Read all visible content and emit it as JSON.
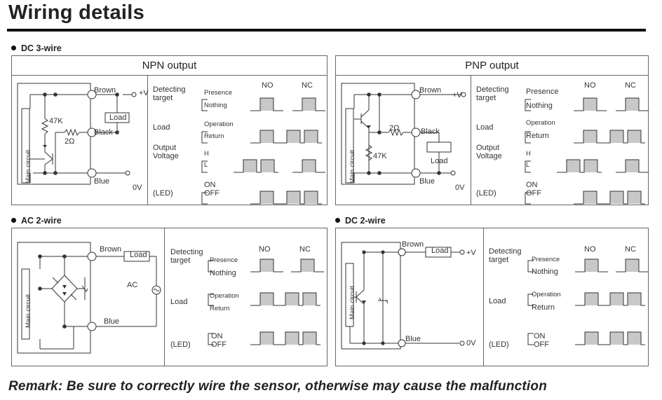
{
  "page_title": "Wiring details",
  "remark": "Remark: Be sure to correctly wire the sensor, otherwise may cause the malfunction",
  "sections": {
    "dc3": "DC 3-wire",
    "ac2": "AC 2-wire",
    "dc2": "DC 2-wire"
  },
  "npn": {
    "header": "NPN output",
    "brown": "Brown",
    "plus_v": "+V",
    "load": "Load",
    "black": "Black",
    "blue": "Blue",
    "zero_v": "0V",
    "r1": "47K",
    "r2": "2Ω",
    "main_circuit": "Main circuit"
  },
  "pnp": {
    "header": "PNP output",
    "brown": "Brown",
    "plus_v": "+V",
    "load": "Load",
    "black": "Black",
    "blue": "Blue",
    "zero_v": "0V",
    "r1": "47K",
    "r2": "2Ω",
    "main_circuit": "Main circuit"
  },
  "ac": {
    "brown": "Brown",
    "load": "Load",
    "ac": "AC",
    "blue": "Blue",
    "main_circuit": "Main circuit"
  },
  "dc2w": {
    "brown": "Brown",
    "load": "Load",
    "plus_v": "+V",
    "blue": "Blue",
    "zero_v": "0V",
    "main_circuit": "Main circuit"
  },
  "timing": {
    "no": "NO",
    "nc": "NC",
    "detecting": "Detecting",
    "target": "target",
    "presence": "Presence",
    "nothing": "Nothing",
    "load": "Load",
    "operation": "Operation",
    "return": "Return",
    "output": "Output",
    "voltage": "Voltage",
    "h": "H",
    "l": "L",
    "led": "(LED)",
    "on": "ON",
    "off": "OFF"
  },
  "colors": {
    "ink": "#333333",
    "pulse_fill": "#c8c8c8",
    "panel_border": "#666666"
  }
}
